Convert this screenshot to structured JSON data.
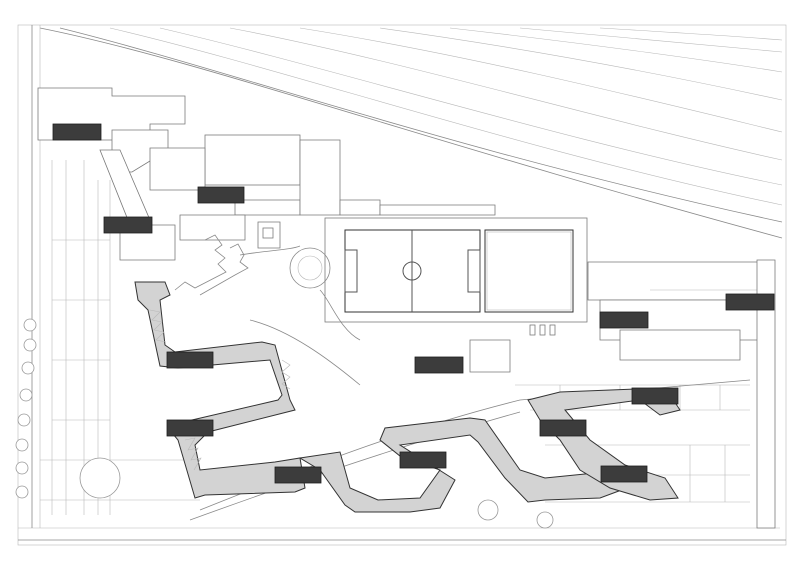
{
  "colors": {
    "background": "#ffffff",
    "linework": "#8a8a8a",
    "housing_wing_fill": "#d3d3d3",
    "highlighted_block_fill": "#3c3c3c"
  },
  "site_plan": {
    "drawing_type": "architectural site plan",
    "housing_wing_count": 3,
    "sports_field_count": 2,
    "highlighted_block_count": 13
  }
}
